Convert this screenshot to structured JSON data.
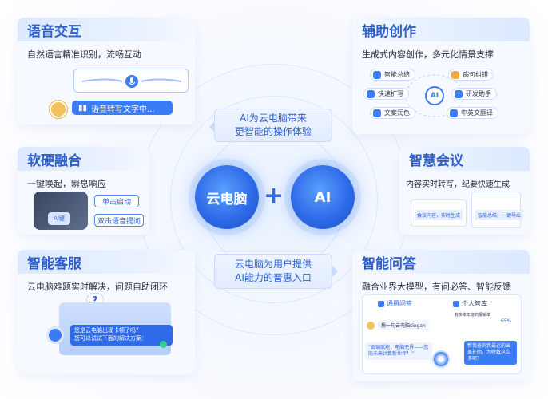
{
  "colors": {
    "accent": "#3b7cf5",
    "title": "#2f5fc9",
    "panel": "#f6f9ff"
  },
  "center": {
    "bubble_top": [
      "AI为云电脑带来",
      "更智能的操作体验"
    ],
    "bubble_bottom": [
      "云电脑为用户提供",
      "AI能力的普惠入口"
    ],
    "orb_left": "云电脑",
    "plus": "+",
    "orb_right": "AI"
  },
  "voice": {
    "title": "语音交互",
    "subtitle": "自然语言精准识别，流畅互动",
    "transcribing": "语音转写文字中..."
  },
  "assist": {
    "title": "辅助创作",
    "subtitle": "生成式内容创作，多元化情景支撑",
    "tags": [
      "智能总结",
      "病句纠错",
      "快速扩写",
      "研发助手",
      "文案润色",
      "中英文翻译"
    ],
    "center_icon": "ai-icon"
  },
  "hardware": {
    "title": "软硬融合",
    "subtitle": "一键唤起，瞬息响应",
    "btn1": "单击启动",
    "btn2": "双击语音提问",
    "key_label": "AI键"
  },
  "meeting": {
    "title": "智慧会议",
    "subtitle": "内容实时转写，纪要快速生成",
    "doc1": "会议内容，实时生成",
    "doc2": "智能总结，一键导出"
  },
  "service": {
    "title": "智能客服",
    "subtitle": "云电脑难题实时解决，问题自助闭环",
    "q_mark": "?",
    "chat_line1": "您是云电脑出现卡顿了吗？",
    "chat_line2": "您可以试试下面的解决方案："
  },
  "qa": {
    "title": "智能问答",
    "subtitle": "融合业界大模型，有问必答、智能反馈",
    "tab1": "通用问答",
    "tab2": "个人智库",
    "msg1": "想一句云电脑slogan",
    "msg2": "“云端赋能，电脑无界——您的未来计算新伙伴！”",
    "msg3": "帮我查询我最近的出差补助，为啥数这么多呢？",
    "msg4": "有多本年度的报销单",
    "pct": "65%"
  }
}
